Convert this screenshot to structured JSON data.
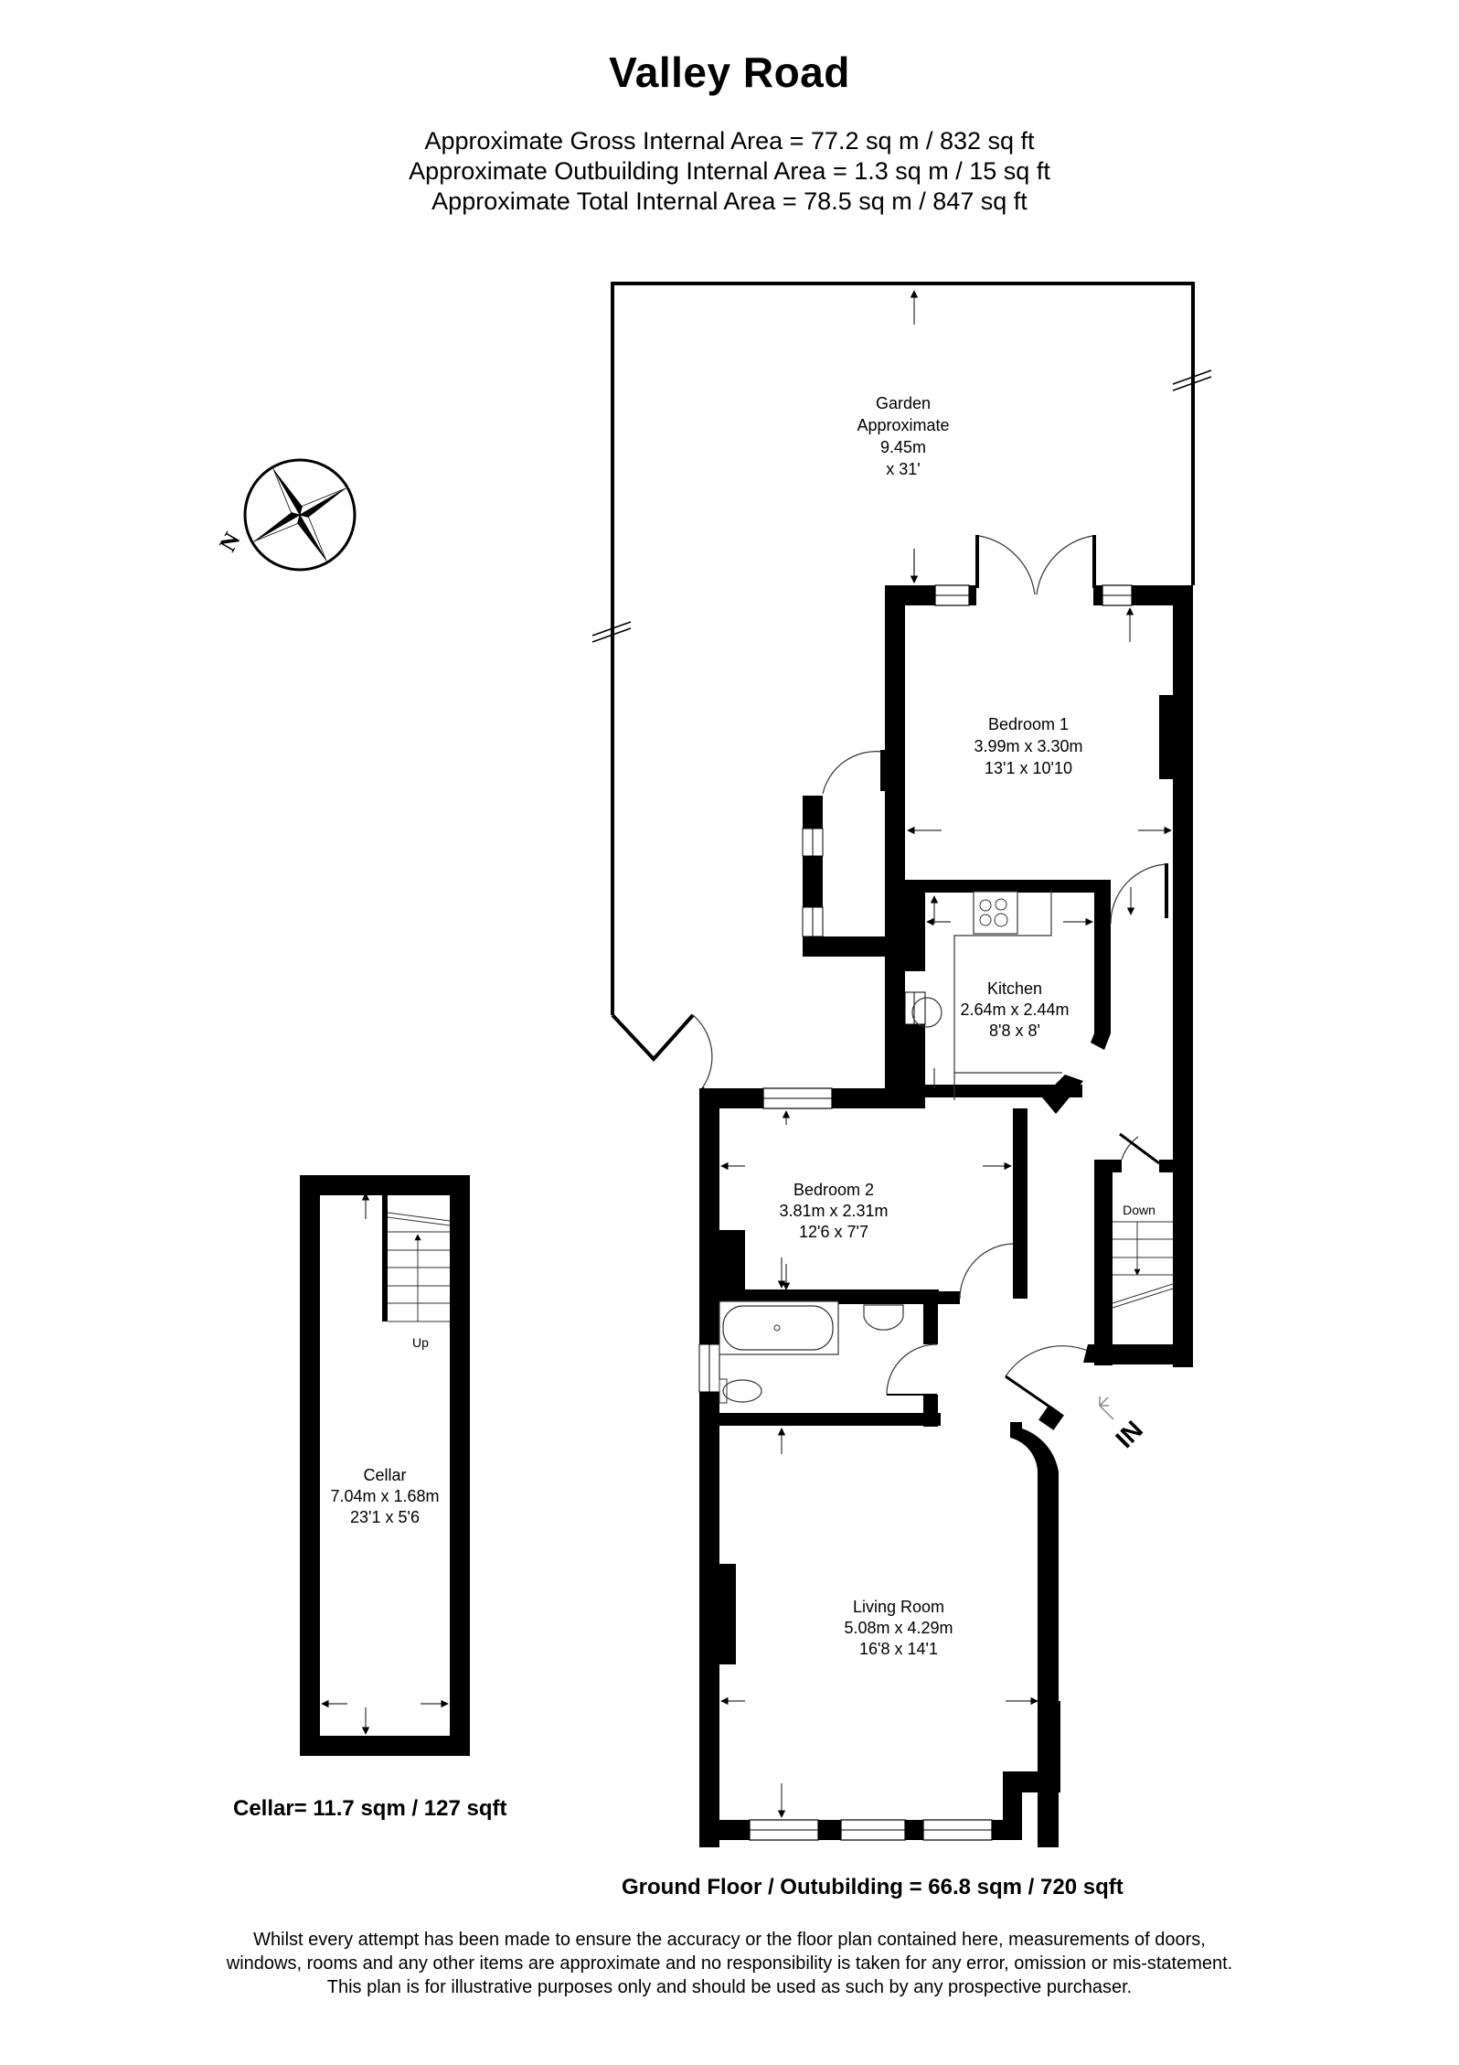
{
  "header": {
    "title": "Valley Road",
    "areas": [
      "Approximate Gross Internal Area = 77.2 sq m / 832 sq ft",
      "Approximate Outbuilding Internal Area = 1.3 sq m / 15 sq ft",
      "Approximate Total Internal Area = 78.5 sq m / 847 sq ft"
    ]
  },
  "compass": {
    "icon": "compass-rose-icon",
    "north_label": "N"
  },
  "rooms": {
    "garden": {
      "name": "Garden",
      "line2": "Approximate",
      "line3": "9.45m",
      "line4": "x 31'"
    },
    "bedroom1": {
      "name": "Bedroom 1",
      "metric": "3.99m x 3.30m",
      "imperial": "13'1 x 10'10"
    },
    "kitchen": {
      "name": "Kitchen",
      "metric": "2.64m x 2.44m",
      "imperial": "8'8 x 8'"
    },
    "bedroom2": {
      "name": "Bedroom 2",
      "metric": "3.81m x 2.31m",
      "imperial": "12'6 x 7'7"
    },
    "living": {
      "name": "Living Room",
      "metric": "5.08m x 4.29m",
      "imperial": "16'8 x 14'1"
    },
    "cellar": {
      "name": "Cellar",
      "metric": "7.04m x 1.68m",
      "imperial": "23'1 x 5'6"
    }
  },
  "stairs": {
    "down_label": "Down",
    "up_label": "Up"
  },
  "entrance": {
    "label": "IN"
  },
  "floors": {
    "cellar_caption": "Cellar= 11.7 sqm / 127 sqft",
    "ground_caption": "Ground Floor / Outubilding  = 66.8 sqm / 720 sqft"
  },
  "disclaimer": [
    "Whilst every attempt has been made to ensure the accuracy or the floor plan contained here, measurements of doors,",
    "windows, rooms and any other items are approximate and no responsibility is taken for any error, omission or mis-statement.",
    "This plan is for illustrative purposes only and should be used as such by any prospective purchaser."
  ],
  "colors": {
    "wall": "#000000",
    "background": "#ffffff",
    "line": "#333333"
  }
}
